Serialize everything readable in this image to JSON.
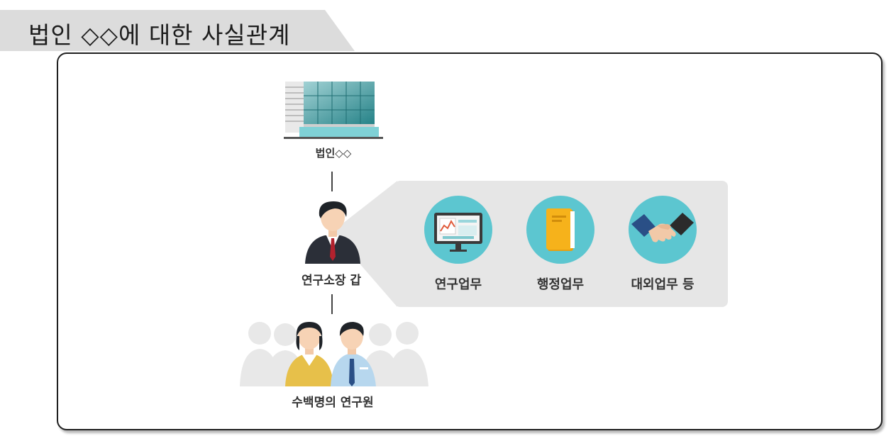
{
  "title": "법인 ◇◇에 대한 사실관계",
  "diagram": {
    "corporation_label": "법인◇◇",
    "director_label": "연구소장 갑",
    "researchers_label": "수백명의 연구원",
    "tasks": [
      {
        "label": "연구업무",
        "icon": "monitor-icon"
      },
      {
        "label": "행정업무",
        "icon": "notebook-icon"
      },
      {
        "label": "대외업무 등",
        "icon": "handshake-icon"
      }
    ]
  },
  "colors": {
    "title_tab": "#dcdcdc",
    "panel_border": "#1f1f1f",
    "bubble": "#e6e6e6",
    "icon_circle": "#5cc6d0",
    "building_glass": "#3a9aa0",
    "notebook": "#f6b21b"
  }
}
